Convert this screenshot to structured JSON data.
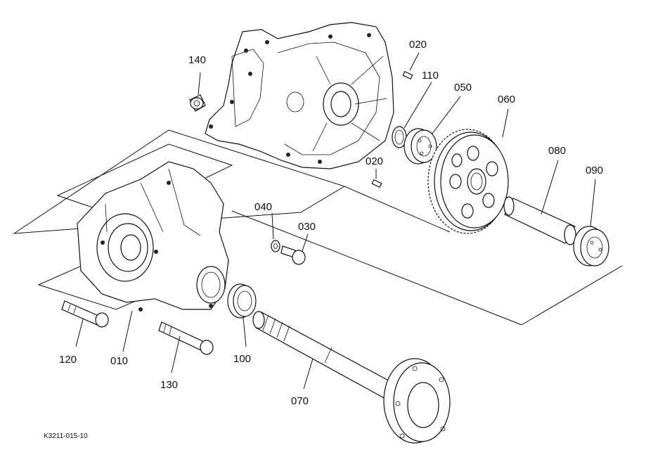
{
  "diagram": {
    "code": "K3211-015-10",
    "parts": [
      {
        "id": "p140",
        "label": "140"
      },
      {
        "id": "p020a",
        "label": "020"
      },
      {
        "id": "p110",
        "label": "110"
      },
      {
        "id": "p050",
        "label": "050"
      },
      {
        "id": "p060",
        "label": "060"
      },
      {
        "id": "p080",
        "label": "080"
      },
      {
        "id": "p090",
        "label": "090"
      },
      {
        "id": "p020b",
        "label": "020"
      },
      {
        "id": "p040",
        "label": "040"
      },
      {
        "id": "p030",
        "label": "030"
      },
      {
        "id": "p120",
        "label": "120"
      },
      {
        "id": "p010",
        "label": "010"
      },
      {
        "id": "p130",
        "label": "130"
      },
      {
        "id": "p100",
        "label": "100"
      },
      {
        "id": "p070",
        "label": "070"
      }
    ]
  }
}
